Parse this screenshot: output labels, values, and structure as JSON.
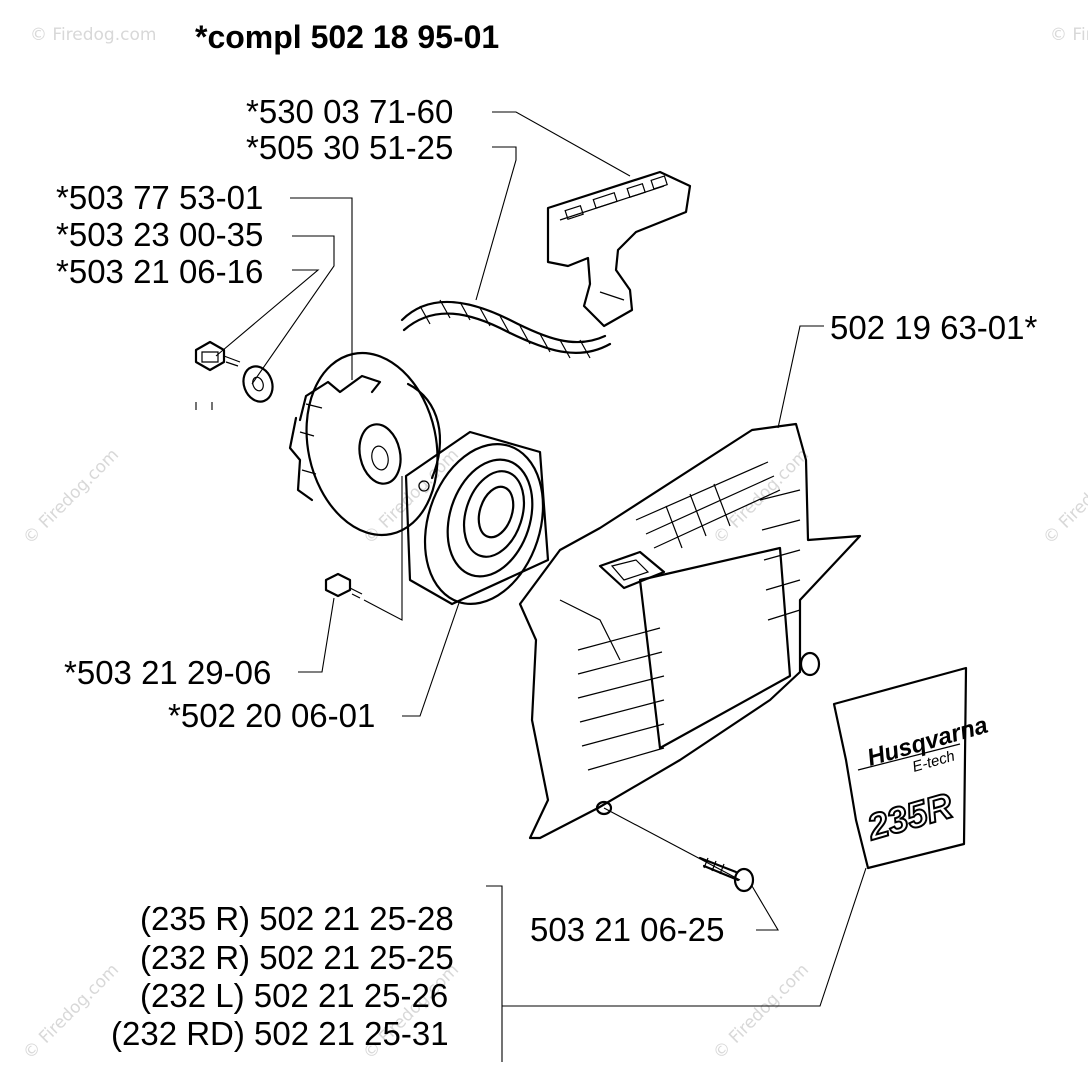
{
  "title": "*compl 502 18 95-01",
  "watermark": "© Firedog.com",
  "labels": {
    "handle_part": "*530 03 71-60",
    "rope_part": "*505 30 51-25",
    "pulley_part": "*503 77 53-01",
    "washer_part": "*503 23 00-35",
    "center_screw_part": "*503 21 06-16",
    "spring_screw_part": "*503 21 29-06",
    "spring_cassette_part": "*502 20 06-01",
    "cover_part": "502 19 63-01*",
    "cover_screw_part": "503 21 06-25"
  },
  "decal_variants": [
    "(235 R) 502 21 25-28",
    "(232 R) 502 21 25-25",
    "(232 L) 502 21 25-26",
    "(232 RD) 502 21 25-31"
  ],
  "decal": {
    "brand": "Husqvarna",
    "series": "E-tech",
    "model": "235R"
  }
}
